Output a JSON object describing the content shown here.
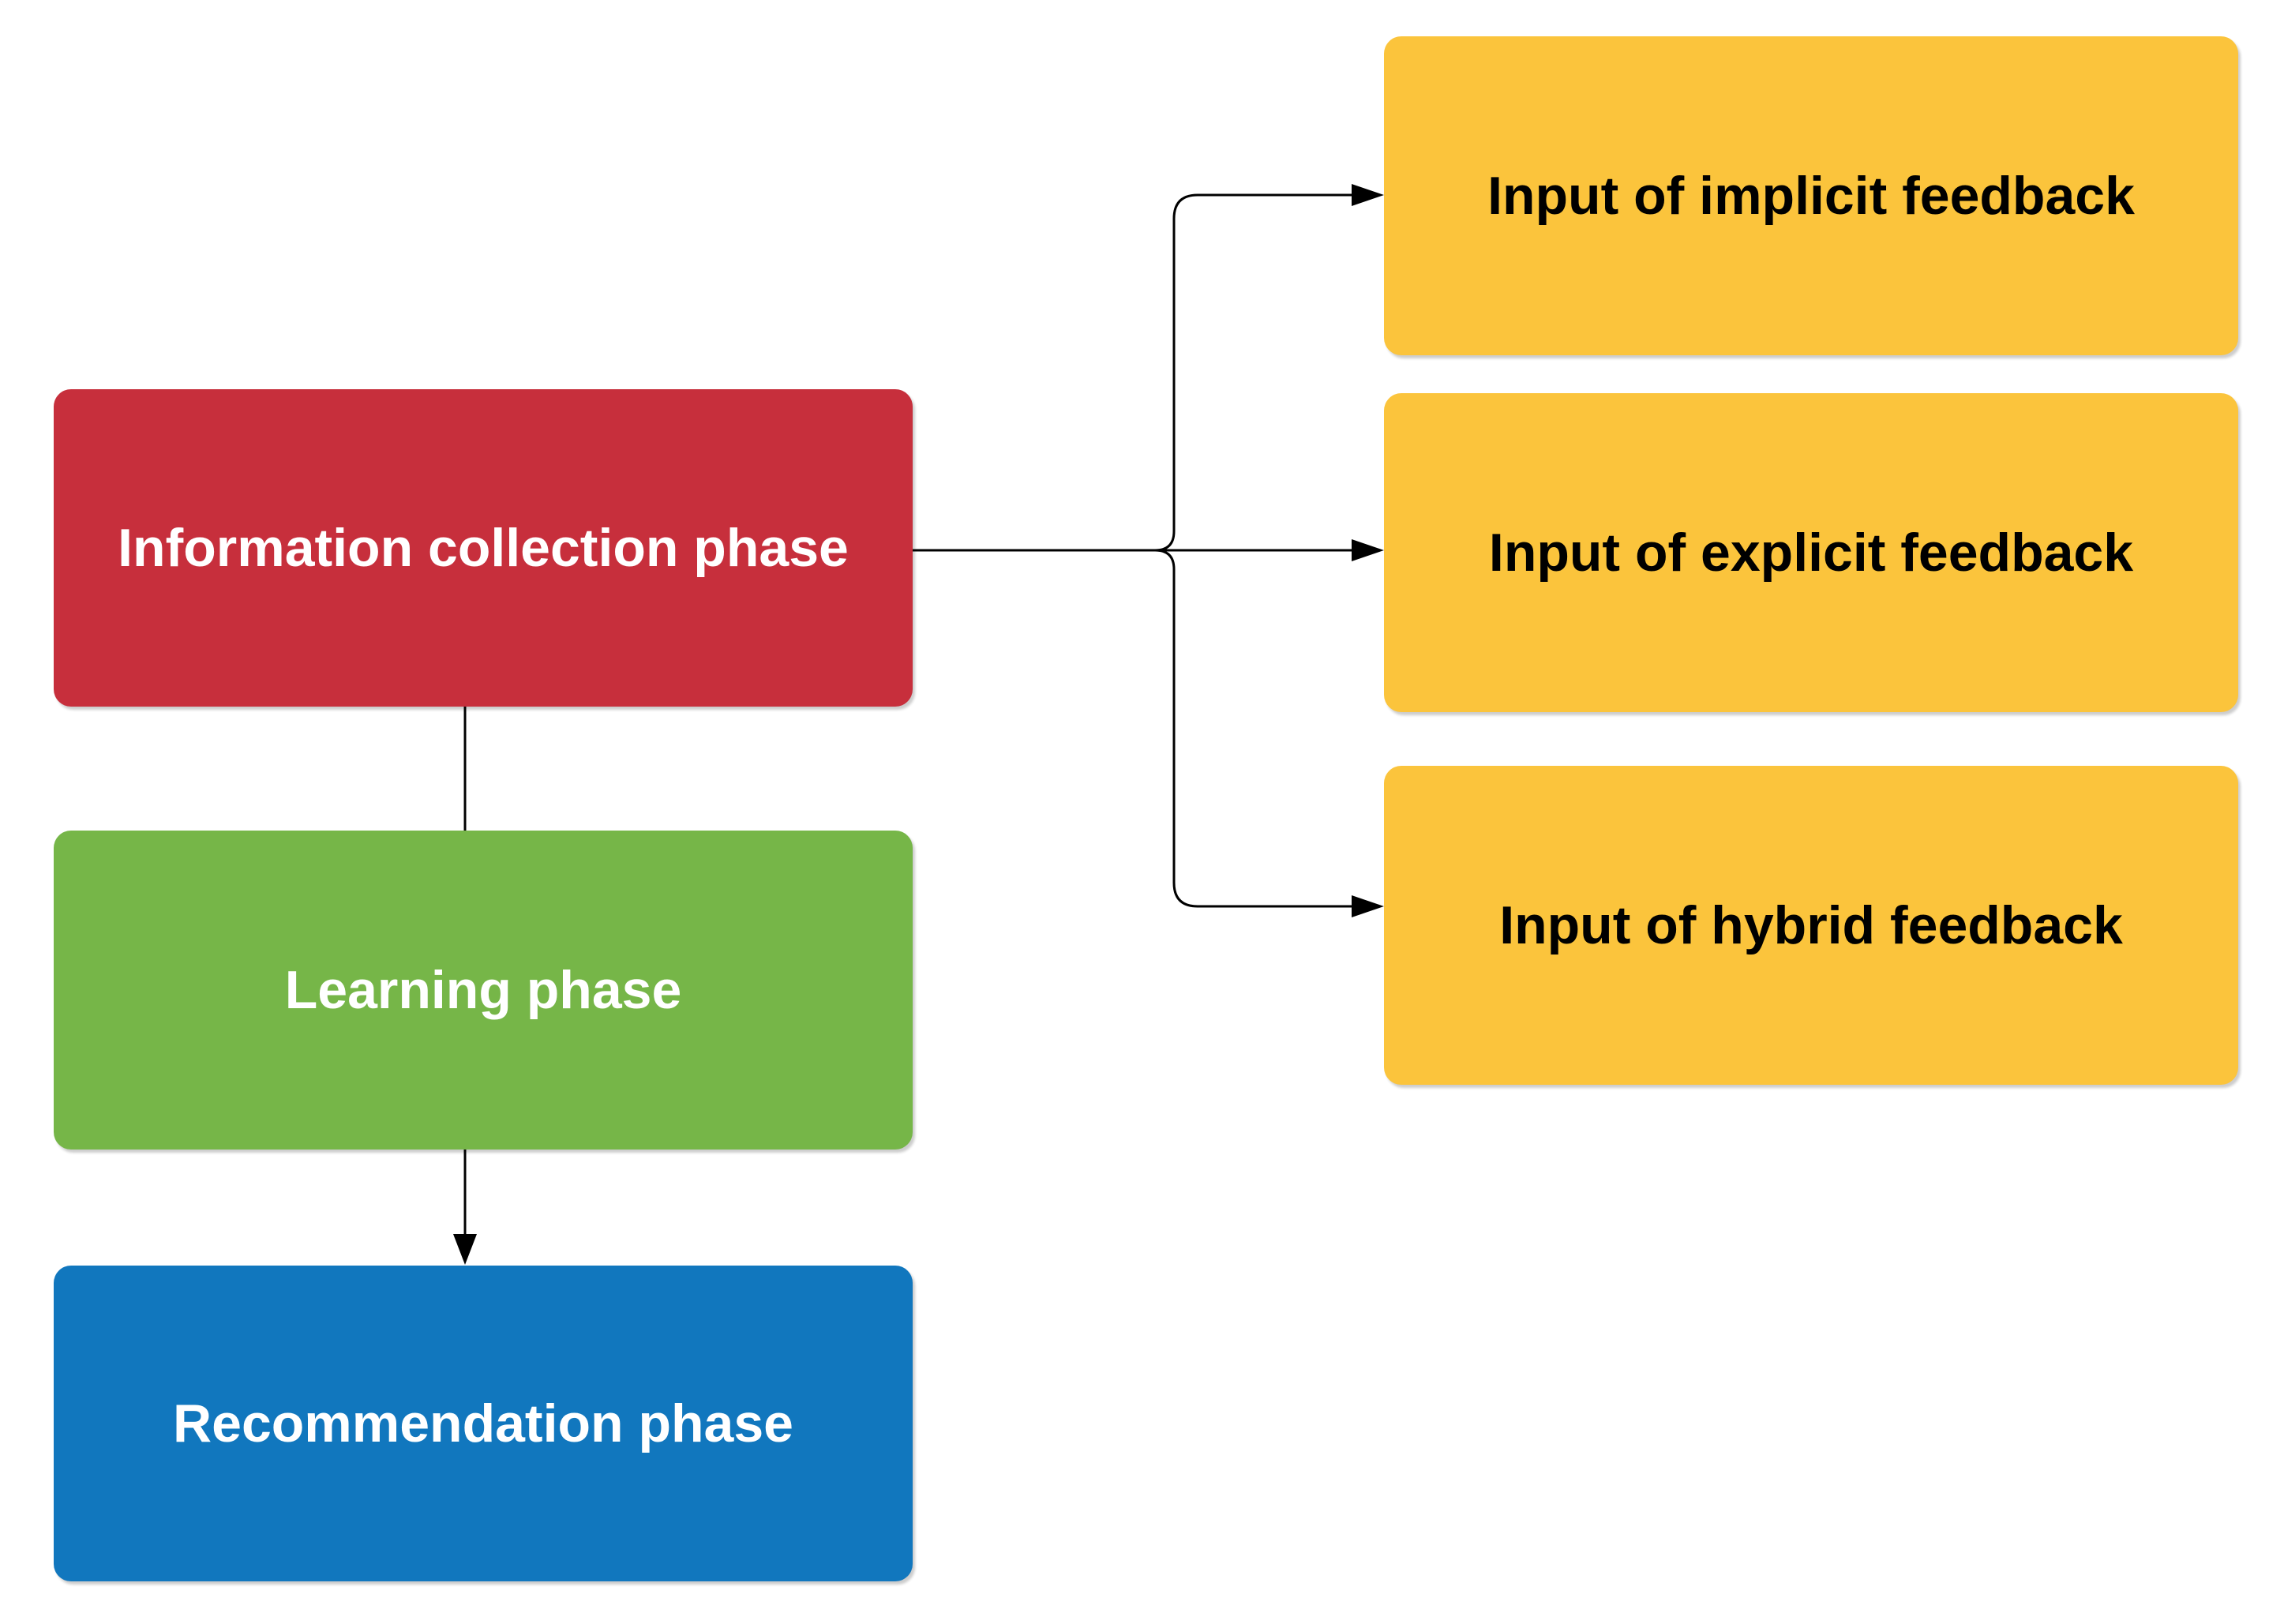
{
  "diagram": {
    "title": "Recommender system phases and feedback inputs flowchart",
    "background_color": "#FFFFFF",
    "connector_color": "#000000",
    "nodes": {
      "info": {
        "label": "Information collection phase",
        "fill": "#C72F3C",
        "text_color": "#FFFFFF"
      },
      "learning": {
        "label": "Learning phase",
        "fill": "#76B648",
        "text_color": "#FFFFFF"
      },
      "recommendation": {
        "label": "Recommendation phase",
        "fill": "#1177BE",
        "text_color": "#FFFFFF"
      },
      "implicit": {
        "label": "Input of implicit feedback",
        "fill": "#FBC43C",
        "text_color": "#000000"
      },
      "explicit": {
        "label": "Input of explicit feedback",
        "fill": "#FBC43C",
        "text_color": "#000000"
      },
      "hybrid": {
        "label": "Input of hybrid feedback",
        "fill": "#FBC43C",
        "text_color": "#000000"
      }
    },
    "connections": [
      {
        "from": "info",
        "to": "learning",
        "arrow": false
      },
      {
        "from": "learning",
        "to": "recommendation",
        "arrow": true
      },
      {
        "from": "info",
        "to": "implicit",
        "arrow": true
      },
      {
        "from": "info",
        "to": "explicit",
        "arrow": true
      },
      {
        "from": "info",
        "to": "hybrid",
        "arrow": true
      }
    ]
  }
}
